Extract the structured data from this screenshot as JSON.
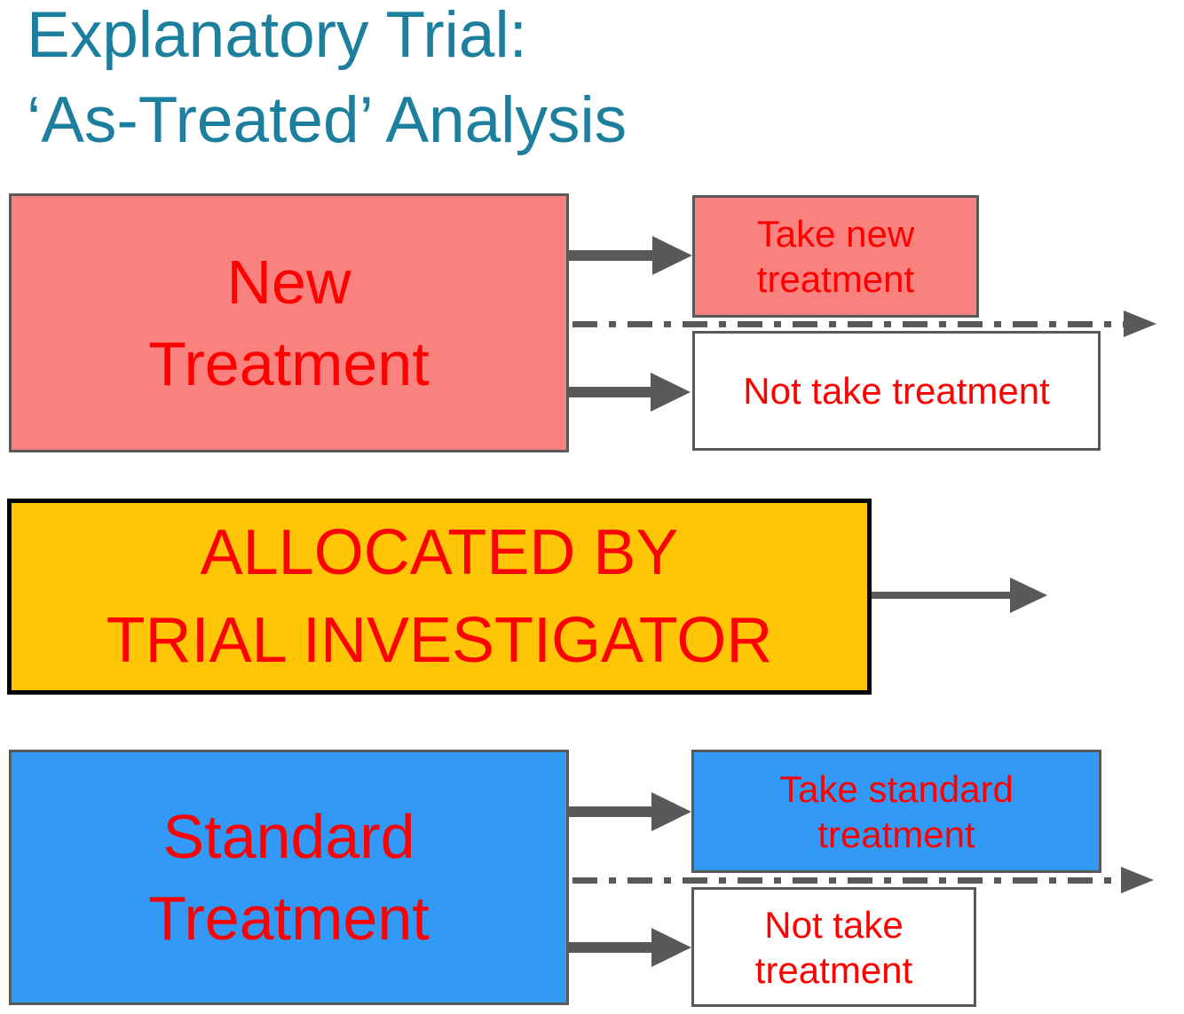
{
  "title": {
    "line1": "Explanatory Trial:",
    "line2": "‘As-Treated’ Analysis"
  },
  "colors": {
    "title_teal": "#1C7F9D",
    "text_red": "#FF0000",
    "salmon_pink": "#F9827F",
    "blue": "#3399F6",
    "yellow": "#FFC608",
    "arrow_border_gray": "#595959",
    "allocation_border": "#000000",
    "background": "#FFFFFF"
  },
  "top_branch": {
    "source": {
      "line1": "New",
      "line2": "Treatment"
    },
    "take": {
      "line1": "Take new",
      "line2": "treatment"
    },
    "not_take": {
      "line1": "Not take treatment"
    }
  },
  "allocation": {
    "line1": "ALLOCATED BY",
    "line2": "TRIAL INVESTIGATOR"
  },
  "bottom_branch": {
    "source": {
      "line1": "Standard",
      "line2": "Treatment"
    },
    "take": {
      "line1": "Take standard",
      "line2": "treatment"
    },
    "not_take": {
      "line1": "Not take",
      "line2": "treatment"
    }
  }
}
